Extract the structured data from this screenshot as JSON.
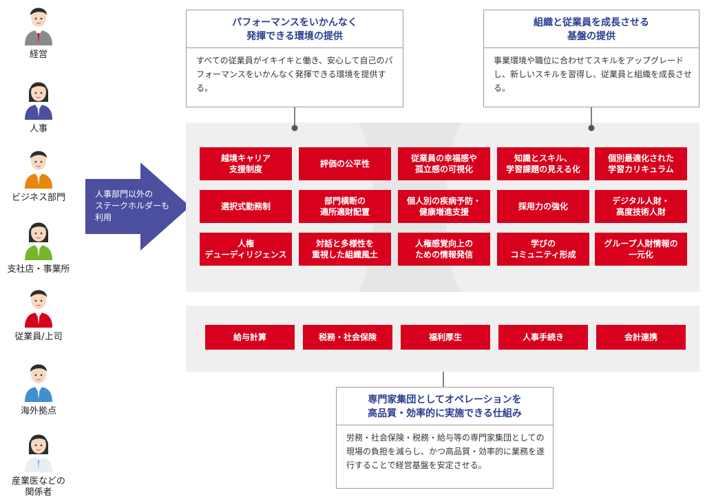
{
  "personas": [
    {
      "label": "経営",
      "shirt": "#8a8a8a",
      "accent": "#d7001d",
      "female": false
    },
    {
      "label": "人事",
      "shirt": "#4b4f9e",
      "accent": "#ffffff",
      "female": true
    },
    {
      "label": "ビジネス部門",
      "shirt": "#e8870c",
      "accent": "#ffffff",
      "female": false
    },
    {
      "label": "支社店・事業所",
      "shirt": "#77b52b",
      "accent": "#ffffff",
      "female": true
    },
    {
      "label": "従業員/上司",
      "shirt": "#d7001d",
      "accent": "#ffffff",
      "female": false
    },
    {
      "label": "海外拠点",
      "shirt": "#3f8fd2",
      "accent": "#ffffff",
      "female": false
    },
    {
      "label": "産業医などの\n関係者",
      "shirt": "#e9eef2",
      "accent": "#9bb6cc",
      "female": true
    }
  ],
  "arrow": {
    "text": "人事部門以外の\nステークホルダーも\n利用"
  },
  "callouts": {
    "left": {
      "title": "パフォーマンスをいかんなく\n発揮できる環境の提供",
      "body": "すべての従業員がイキイキと働き、安心して自己のパフォーマンスをいかんなく発揮できる環境を提供する。"
    },
    "right": {
      "title": "組織と従業員を成長させる\n基盤の提供",
      "body": "事業環境や職位に合わせてスキルをアップグレードし、新しいスキルを習得し、従業員と組織を成長させる。"
    },
    "bottom": {
      "title": "専門家集団としてオペレーションを\n高品質・効率的に実施できる仕組み",
      "body": "労務・社会保険・税務・給与等の専門家集団としての現場の負担を減らし、かつ高品質・効率的に業務を遂行することで経営基盤を安定させる。"
    }
  },
  "upper_tiles": [
    [
      "越境キャリア\n支援制度",
      "評価の公平性",
      "従業員の幸福感や\n孤立感の可視化",
      "知識とスキル、\n学習課題の見える化",
      "個別最適化された\n学習カリキュラム"
    ],
    [
      "選択式勤務制",
      "部門横断の\n適所適財配置",
      "個人別の疾病予防・\n健康増進支援",
      "採用力の強化",
      "デジタル人財・\n高度技術人財"
    ],
    [
      "人権\nデューディリジェンス",
      "対話と多様性を\n重視した組織風土",
      "人権感覚向上の\nための情報発信",
      "学びの\nコミュニティ形成",
      "グループ人財情報の\n一元化"
    ]
  ],
  "lower_tiles": [
    "給与計算",
    "税務・社会保険",
    "福利厚生",
    "人事手続き",
    "会計連携"
  ],
  "colors": {
    "red": "#d7001d",
    "navy": "#2b3e8f",
    "arrow": "#4b4f9e",
    "panel": "#efefef"
  }
}
